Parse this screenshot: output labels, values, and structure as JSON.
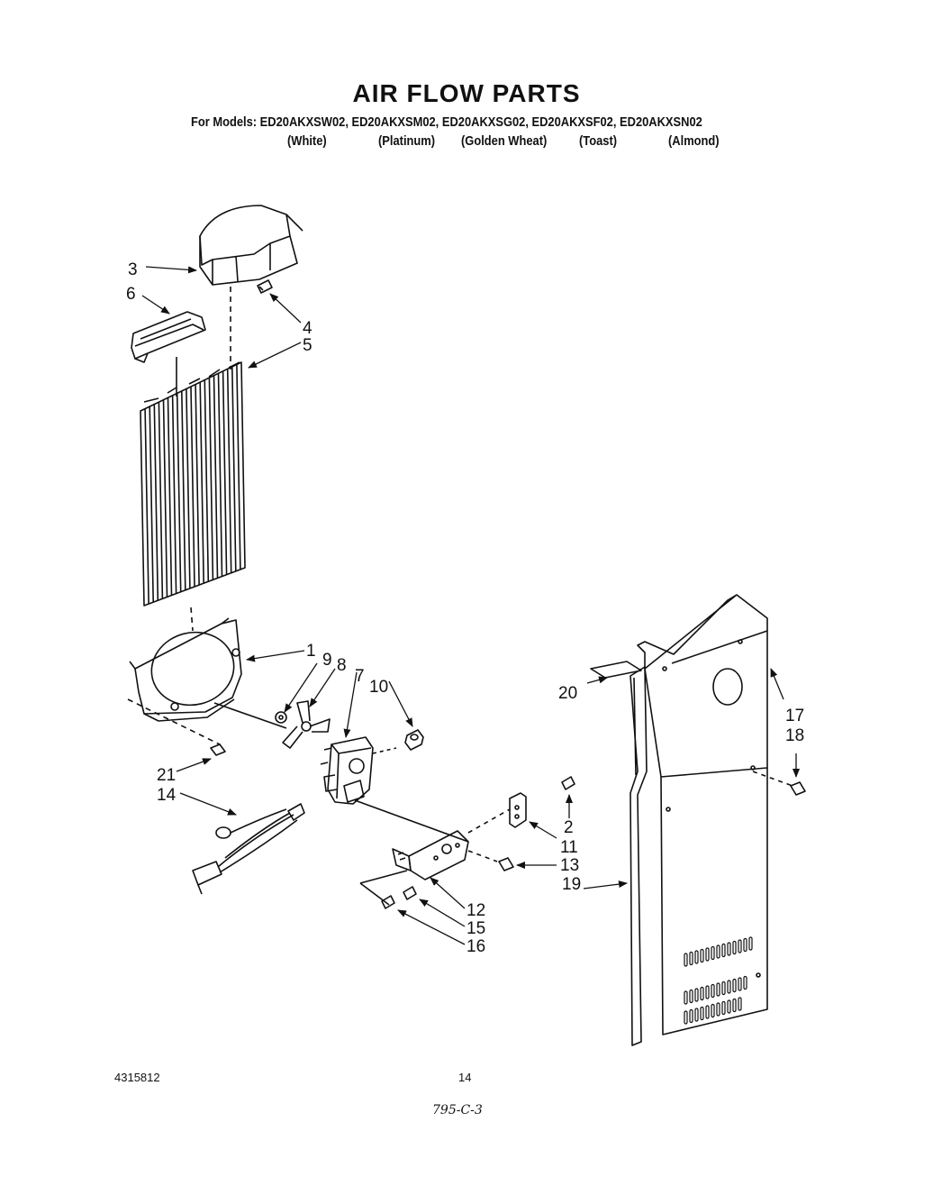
{
  "header": {
    "title": "AIR FLOW PARTS",
    "models_line": "For Models: ED20AKXSW02, ED20AKXSM02, ED20AKXSG02, ED20AKXSF02, ED20AKXSN02",
    "colors": [
      "(White)",
      "(Platinum)",
      "(Golden Wheat)",
      "(Toast)",
      "(Almond)"
    ]
  },
  "diagram": {
    "callouts": [
      {
        "id": "c3",
        "text": "3"
      },
      {
        "id": "c6",
        "text": "6"
      },
      {
        "id": "c4",
        "text": "4"
      },
      {
        "id": "c5",
        "text": "5"
      },
      {
        "id": "c1",
        "text": "1"
      },
      {
        "id": "c9",
        "text": "9"
      },
      {
        "id": "c8",
        "text": "8"
      },
      {
        "id": "c7",
        "text": "7"
      },
      {
        "id": "c10",
        "text": "10"
      },
      {
        "id": "c20",
        "text": "20"
      },
      {
        "id": "c17",
        "text": "17"
      },
      {
        "id": "c18",
        "text": "18"
      },
      {
        "id": "c21",
        "text": "21"
      },
      {
        "id": "c14",
        "text": "14"
      },
      {
        "id": "c2",
        "text": "2"
      },
      {
        "id": "c11",
        "text": "11"
      },
      {
        "id": "c13",
        "text": "13"
      },
      {
        "id": "c19",
        "text": "19"
      },
      {
        "id": "c12",
        "text": "12"
      },
      {
        "id": "c15",
        "text": "15"
      },
      {
        "id": "c16",
        "text": "16"
      }
    ]
  },
  "footer": {
    "doc_number": "4315812",
    "page_number": "14",
    "handwritten_note": "795-C-3"
  }
}
